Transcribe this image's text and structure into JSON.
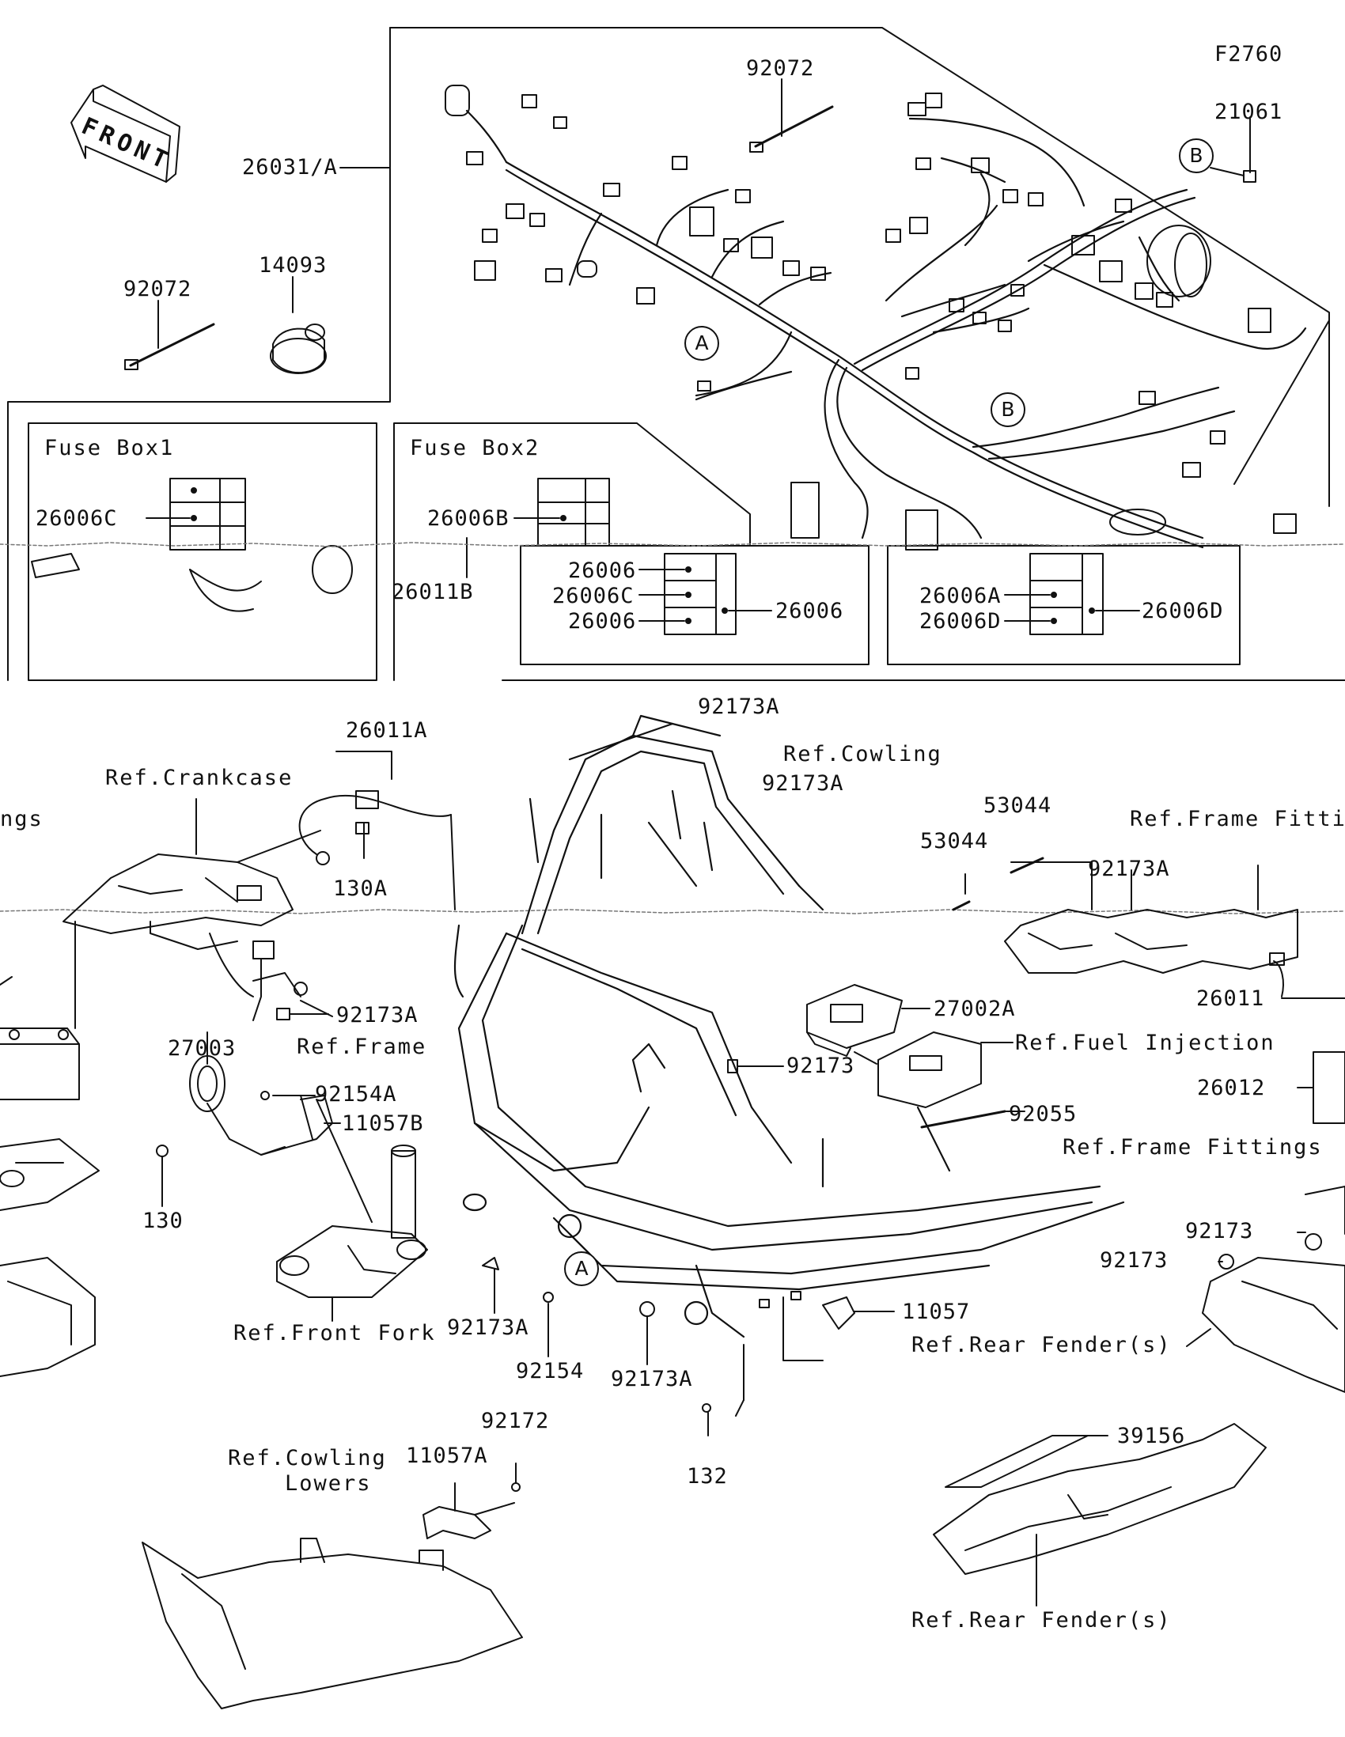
{
  "figure_id": "F2760",
  "front_label": "FRONT",
  "fuse_boxes": {
    "box1_title": "Fuse Box1",
    "box2_title": "Fuse Box2"
  },
  "part_labels": {
    "p92072_top": "92072",
    "p21061": "21061",
    "p26031A": "26031/A",
    "p14093": "14093",
    "p92072_left": "92072",
    "p26006C_box1": "26006C",
    "p26006B": "26006B",
    "p26011B": "26011B",
    "p26006_a": "26006",
    "p26006C_b": "26006C",
    "p26006_c": "26006",
    "p26006_d": "26006",
    "p26006A": "26006A",
    "p26006D_a": "26006D",
    "p26006D_b": "26006D",
    "p92173A_top": "92173A",
    "p26011A": "26011A",
    "p92173A_2": "92173A",
    "p53044_a": "53044",
    "p53044_b": "53044",
    "p92173A_3": "92173A",
    "p130A": "130A",
    "p92173A_4": "92173A",
    "p27002A": "27002A",
    "p26011": "26011",
    "p27003": "27003",
    "p92154A": "92154A",
    "p11057B": "11057B",
    "p92173_a": "92173",
    "p26012": "26012",
    "p92055": "92055",
    "p130": "130",
    "p92173_b": "92173",
    "p92173_c": "92173",
    "p92173A_5": "92173A",
    "p92154": "92154",
    "p92173A_6": "92173A",
    "p11057": "11057",
    "p132": "132",
    "p92172": "92172",
    "p11057A": "11057A",
    "p39156": "39156"
  },
  "ref_labels": {
    "crankcase": "Ref.Crankcase",
    "cowling": "Ref.Cowling",
    "frame_fittings_right_top": "Ref.Frame Fittin",
    "frame_fittings_left": "ngs",
    "frame": "Ref.Frame",
    "fuel_injection": "Ref.Fuel Injection",
    "frame_fittings_right": "Ref.Frame Fittings",
    "front_fork": "Ref.Front Fork",
    "rear_fender_a": "Ref.Rear Fender(s)",
    "cowling_lowers_line1": "Ref.Cowling",
    "cowling_lowers_line2": "Lowers",
    "rear_fender_b": "Ref.Rear Fender(s)"
  },
  "callouts": {
    "a": "A",
    "b": "B"
  }
}
